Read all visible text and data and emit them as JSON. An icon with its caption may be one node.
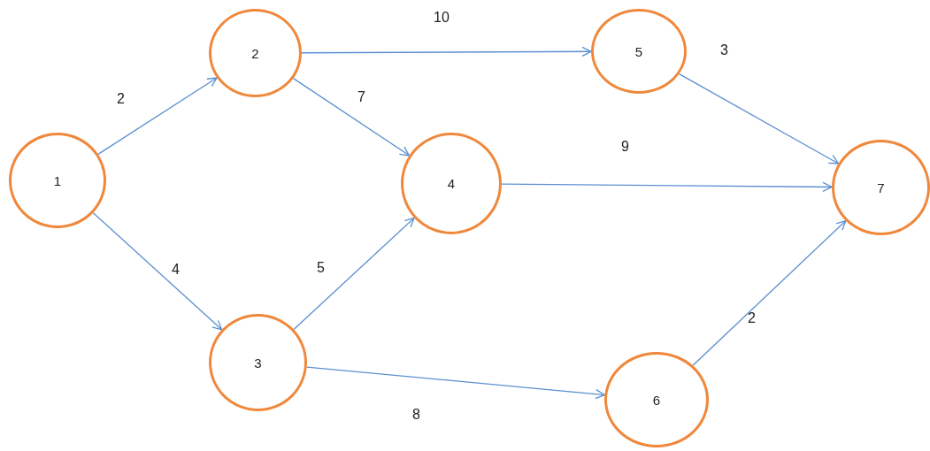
{
  "diagram": {
    "nodes": [
      {
        "text": [
          "1"
        ]
      },
      {
        "text": [
          "2"
        ]
      },
      {
        "text": [
          "3"
        ]
      },
      {
        "text": [
          "4"
        ]
      },
      {
        "text": [
          "5"
        ]
      },
      {
        "text": [
          "6"
        ]
      },
      {
        "text": [
          "7"
        ]
      }
    ],
    "edges": [
      {
        "from": 0,
        "to": 1,
        "arrow": "to",
        "label": "2"
      },
      {
        "from": 0,
        "to": 2,
        "arrow": "to",
        "label": "4"
      },
      {
        "from": 1,
        "to": 4,
        "arrow": "to",
        "label": "10"
      },
      {
        "from": 1,
        "to": 3,
        "arrow": "to",
        "label": "7"
      },
      {
        "from": 2,
        "to": 3,
        "arrow": "to",
        "label": "5"
      },
      {
        "from": 2,
        "to": 5,
        "arrow": "to",
        "label": "8"
      },
      {
        "from": 4,
        "to": 6,
        "arrow": "to",
        "label": "3"
      },
      {
        "from": 3,
        "to": 6,
        "arrow": "to",
        "label": "9"
      },
      {
        "from": 5,
        "to": 6,
        "arrow": "to",
        "label": "2"
      }
    ]
  }
}
